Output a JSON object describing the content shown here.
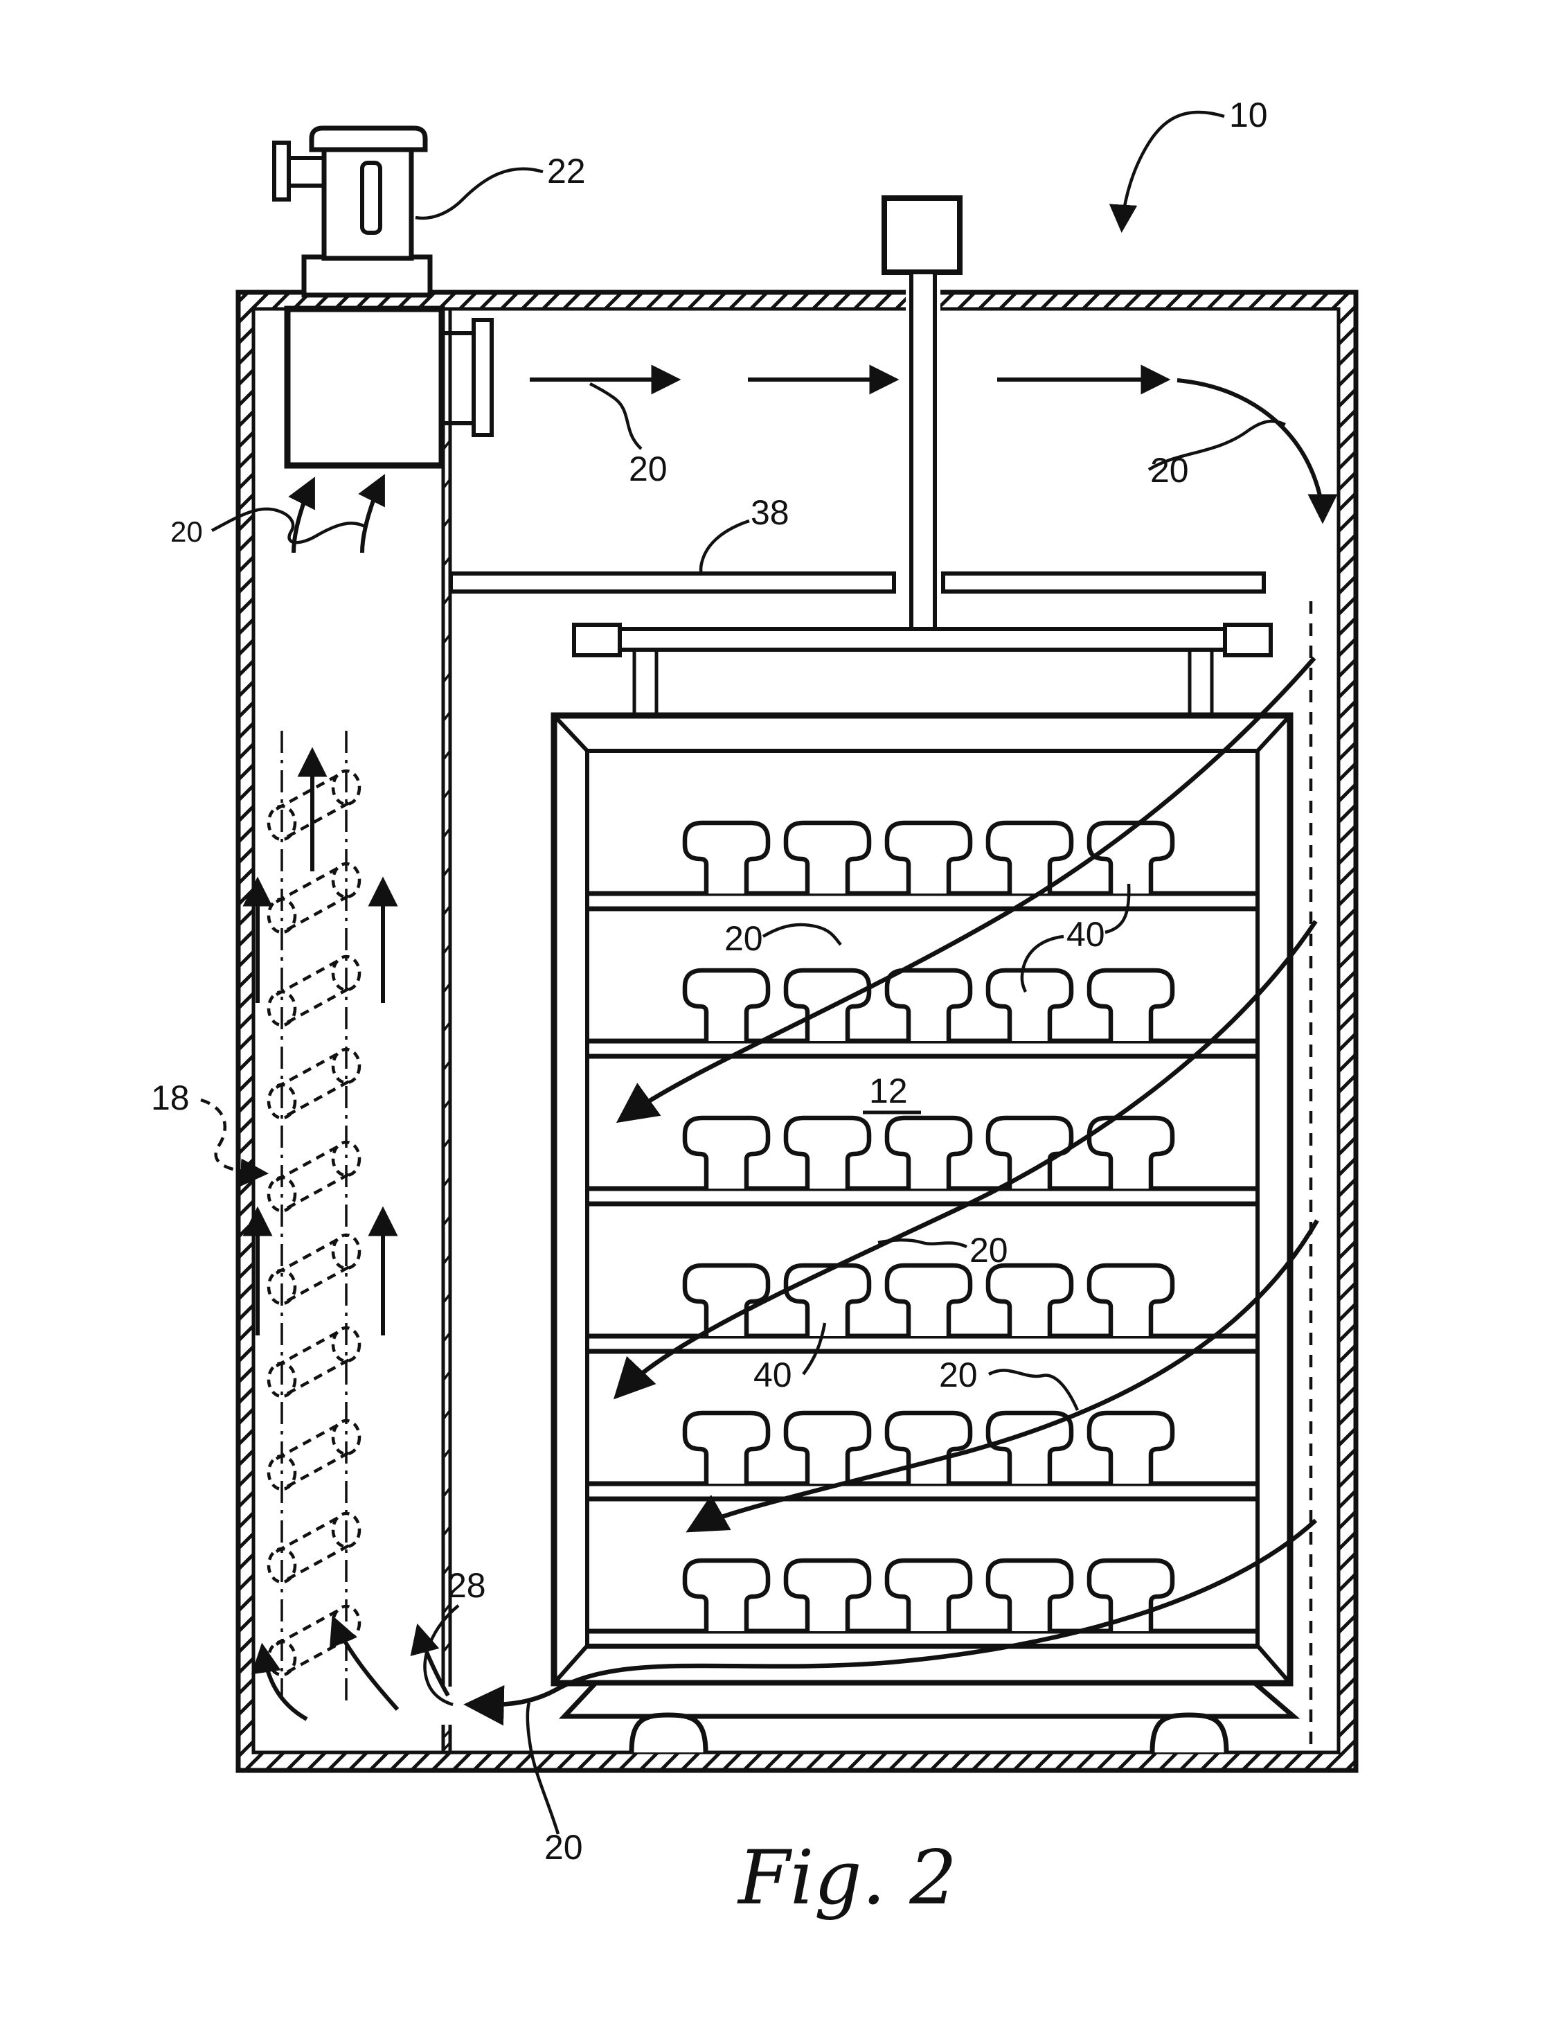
{
  "figure": {
    "caption": "Fig. 2",
    "type": "patent-line-drawing",
    "background_color": "#ffffff",
    "ink_color": "#111111",
    "callouts": {
      "ref10": "10",
      "ref22": "22",
      "ref20_inlet": "20",
      "ref20_plenum": "20",
      "ref20_downflow": "20",
      "ref38": "38",
      "ref12": "12",
      "ref18": "18",
      "ref20_rack_upper": "20",
      "ref40_upper": "40",
      "ref20_rack_middle": "20",
      "ref40_lower": "40",
      "ref20_rack_lower": "20",
      "ref28": "28",
      "ref20_return": "20"
    }
  }
}
